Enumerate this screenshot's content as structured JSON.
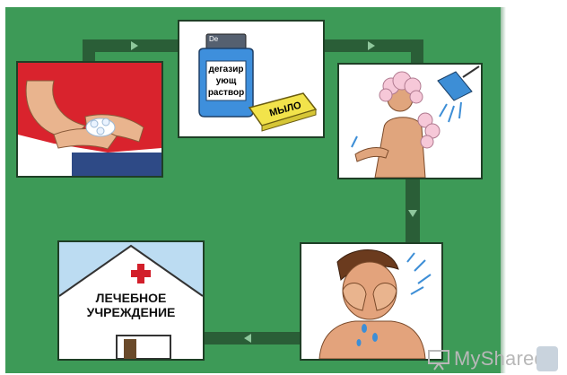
{
  "diagram": {
    "steps": [
      {
        "id": "wash-hands",
        "caption": ""
      },
      {
        "id": "degas-solution",
        "label": "дегазирующ раствор",
        "soap_label": "МЫЛО"
      },
      {
        "id": "shower",
        "caption": ""
      },
      {
        "id": "wash-eyes",
        "caption": ""
      },
      {
        "id": "medical-facility",
        "label": "ЛЕЧЕБНОЕ УЧРЕЖДЕНИЕ"
      }
    ],
    "bottle_cap_text": "De"
  },
  "watermark": {
    "brand": "MyShared"
  },
  "colors": {
    "slide_bg": "#3d9a57",
    "track": "#2a5e37",
    "cross": "#d21f2a"
  }
}
